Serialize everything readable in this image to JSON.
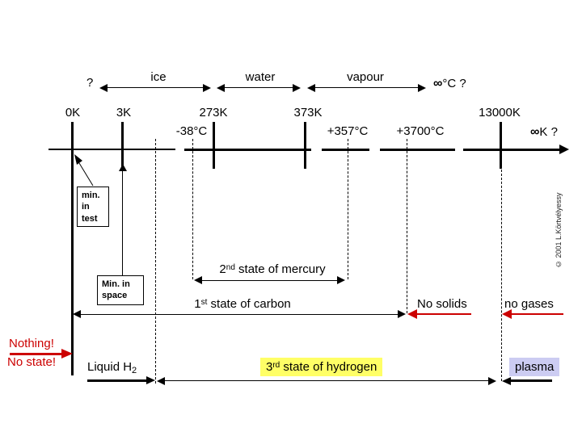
{
  "diagram": {
    "top": {
      "unknown_left": "?",
      "ice": "ice",
      "water": "water",
      "vapour": "vapour",
      "infinity_c": {
        "symbol": "∞",
        "rest": "°C ?"
      },
      "infinity_k": {
        "symbol": "∞",
        "rest": "K ?"
      }
    },
    "kelvin": [
      "0K",
      "3K",
      "273K",
      "373K",
      "13000K"
    ],
    "celsius": [
      "-38°C",
      "+357°C",
      "+3700°C"
    ],
    "annotations": {
      "min_in_test": [
        "min.",
        "in",
        "test"
      ],
      "min_in_space": [
        "Min. in",
        "space"
      ],
      "nothing": [
        "Nothing!",
        "No state!"
      ],
      "no_solids": "No solids",
      "no_gases": "no gases"
    },
    "states": {
      "mercury": {
        "num": "2",
        "sup": "nd",
        "rest": " state of mercury"
      },
      "carbon": {
        "num": "1",
        "sup": "st",
        "rest": " state of carbon"
      },
      "hydrogen": {
        "num": "3",
        "sup": "rd",
        "rest": " state of hydrogen"
      },
      "liquid_h2": {
        "main": "Liquid H",
        "sub": "2"
      },
      "plasma": "plasma"
    },
    "copyright": "© 2001 L.Körtvélyessy",
    "colors": {
      "red": "#cc0000",
      "hydrogen_highlight": "#ffff66",
      "plasma_highlight": "#ccccf2"
    }
  }
}
